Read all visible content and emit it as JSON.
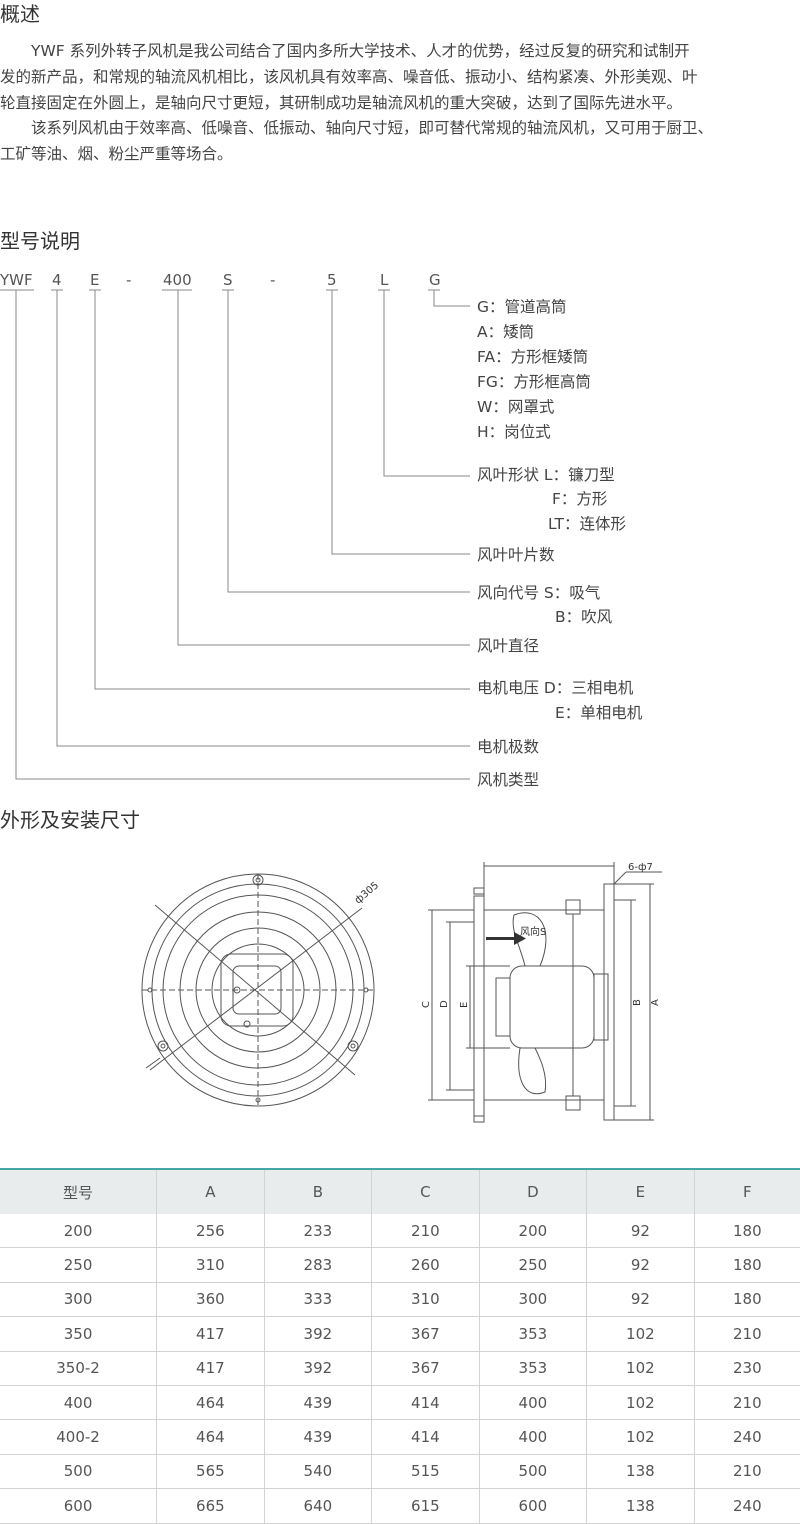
{
  "overview": {
    "title": "概述",
    "lines": [
      "　　YWF 系列外转子风机是我公司结合了国内多所大学技术、人才的优势，经过反复的研究和试制开",
      "发的新产品，和常规的轴流风机相比，该风机具有效率高、噪音低、振动小、结构紧凑、外形美观、叶",
      "轮直接固定在外圆上，是轴向尺寸更短，其研制成功是轴流风机的重大突破，达到了国际先进水平。",
      "　　该系列风机由于效率高、低噪音、低振动、轴向尺寸短，即可替代常规的轴流风机，又可用于厨卫、",
      "工矿等油、烟、粉尘严重等场合。"
    ]
  },
  "model": {
    "title": "型号说明",
    "code": [
      "YWF",
      "4",
      "E",
      "-",
      "400",
      "S",
      "-",
      "5",
      "L",
      "G"
    ],
    "labels": {
      "g1": "G：管道高筒",
      "g2": "A：矮筒",
      "g3": "FA：方形框矮筒",
      "g4": "FG：方形框高筒",
      "g5": "W：网罩式",
      "g6": "H：岗位式",
      "l1": "风叶形状 L：镰刀型",
      "l2": "F：方形",
      "l3": "LT：连体形",
      "n1": "风叶叶片数",
      "s1": "风向代号 S：吸气",
      "s2": "B：吹风",
      "d1": "风叶直径",
      "e1": "电机电压 D：三相电机",
      "e2": "E：单相电机",
      "p1": "电机极数",
      "t1": "风机类型"
    }
  },
  "dims": {
    "title": "外形及安装尺寸",
    "drawing_labels": {
      "phi": "ф305",
      "holes": "6-ф7",
      "wind": "风向S",
      "A": "A",
      "B": "B",
      "C": "C",
      "D": "D",
      "E": "E"
    }
  },
  "table": {
    "headers": [
      "型号",
      "A",
      "B",
      "C",
      "D",
      "E",
      "F"
    ],
    "rows": [
      [
        "200",
        "256",
        "233",
        "210",
        "200",
        "92",
        "180"
      ],
      [
        "250",
        "310",
        "283",
        "260",
        "250",
        "92",
        "180"
      ],
      [
        "300",
        "360",
        "333",
        "310",
        "300",
        "92",
        "180"
      ],
      [
        "350",
        "417",
        "392",
        "367",
        "353",
        "102",
        "210"
      ],
      [
        "350-2",
        "417",
        "392",
        "367",
        "353",
        "102",
        "230"
      ],
      [
        "400",
        "464",
        "439",
        "414",
        "400",
        "102",
        "210"
      ],
      [
        "400-2",
        "464",
        "439",
        "414",
        "400",
        "102",
        "240"
      ],
      [
        "500",
        "565",
        "540",
        "515",
        "500",
        "138",
        "210"
      ],
      [
        "600",
        "665",
        "640",
        "615",
        "600",
        "138",
        "240"
      ]
    ]
  },
  "colors": {
    "accent": "#43a7a3",
    "header_bg": "#e8ecec",
    "line": "#888888"
  }
}
